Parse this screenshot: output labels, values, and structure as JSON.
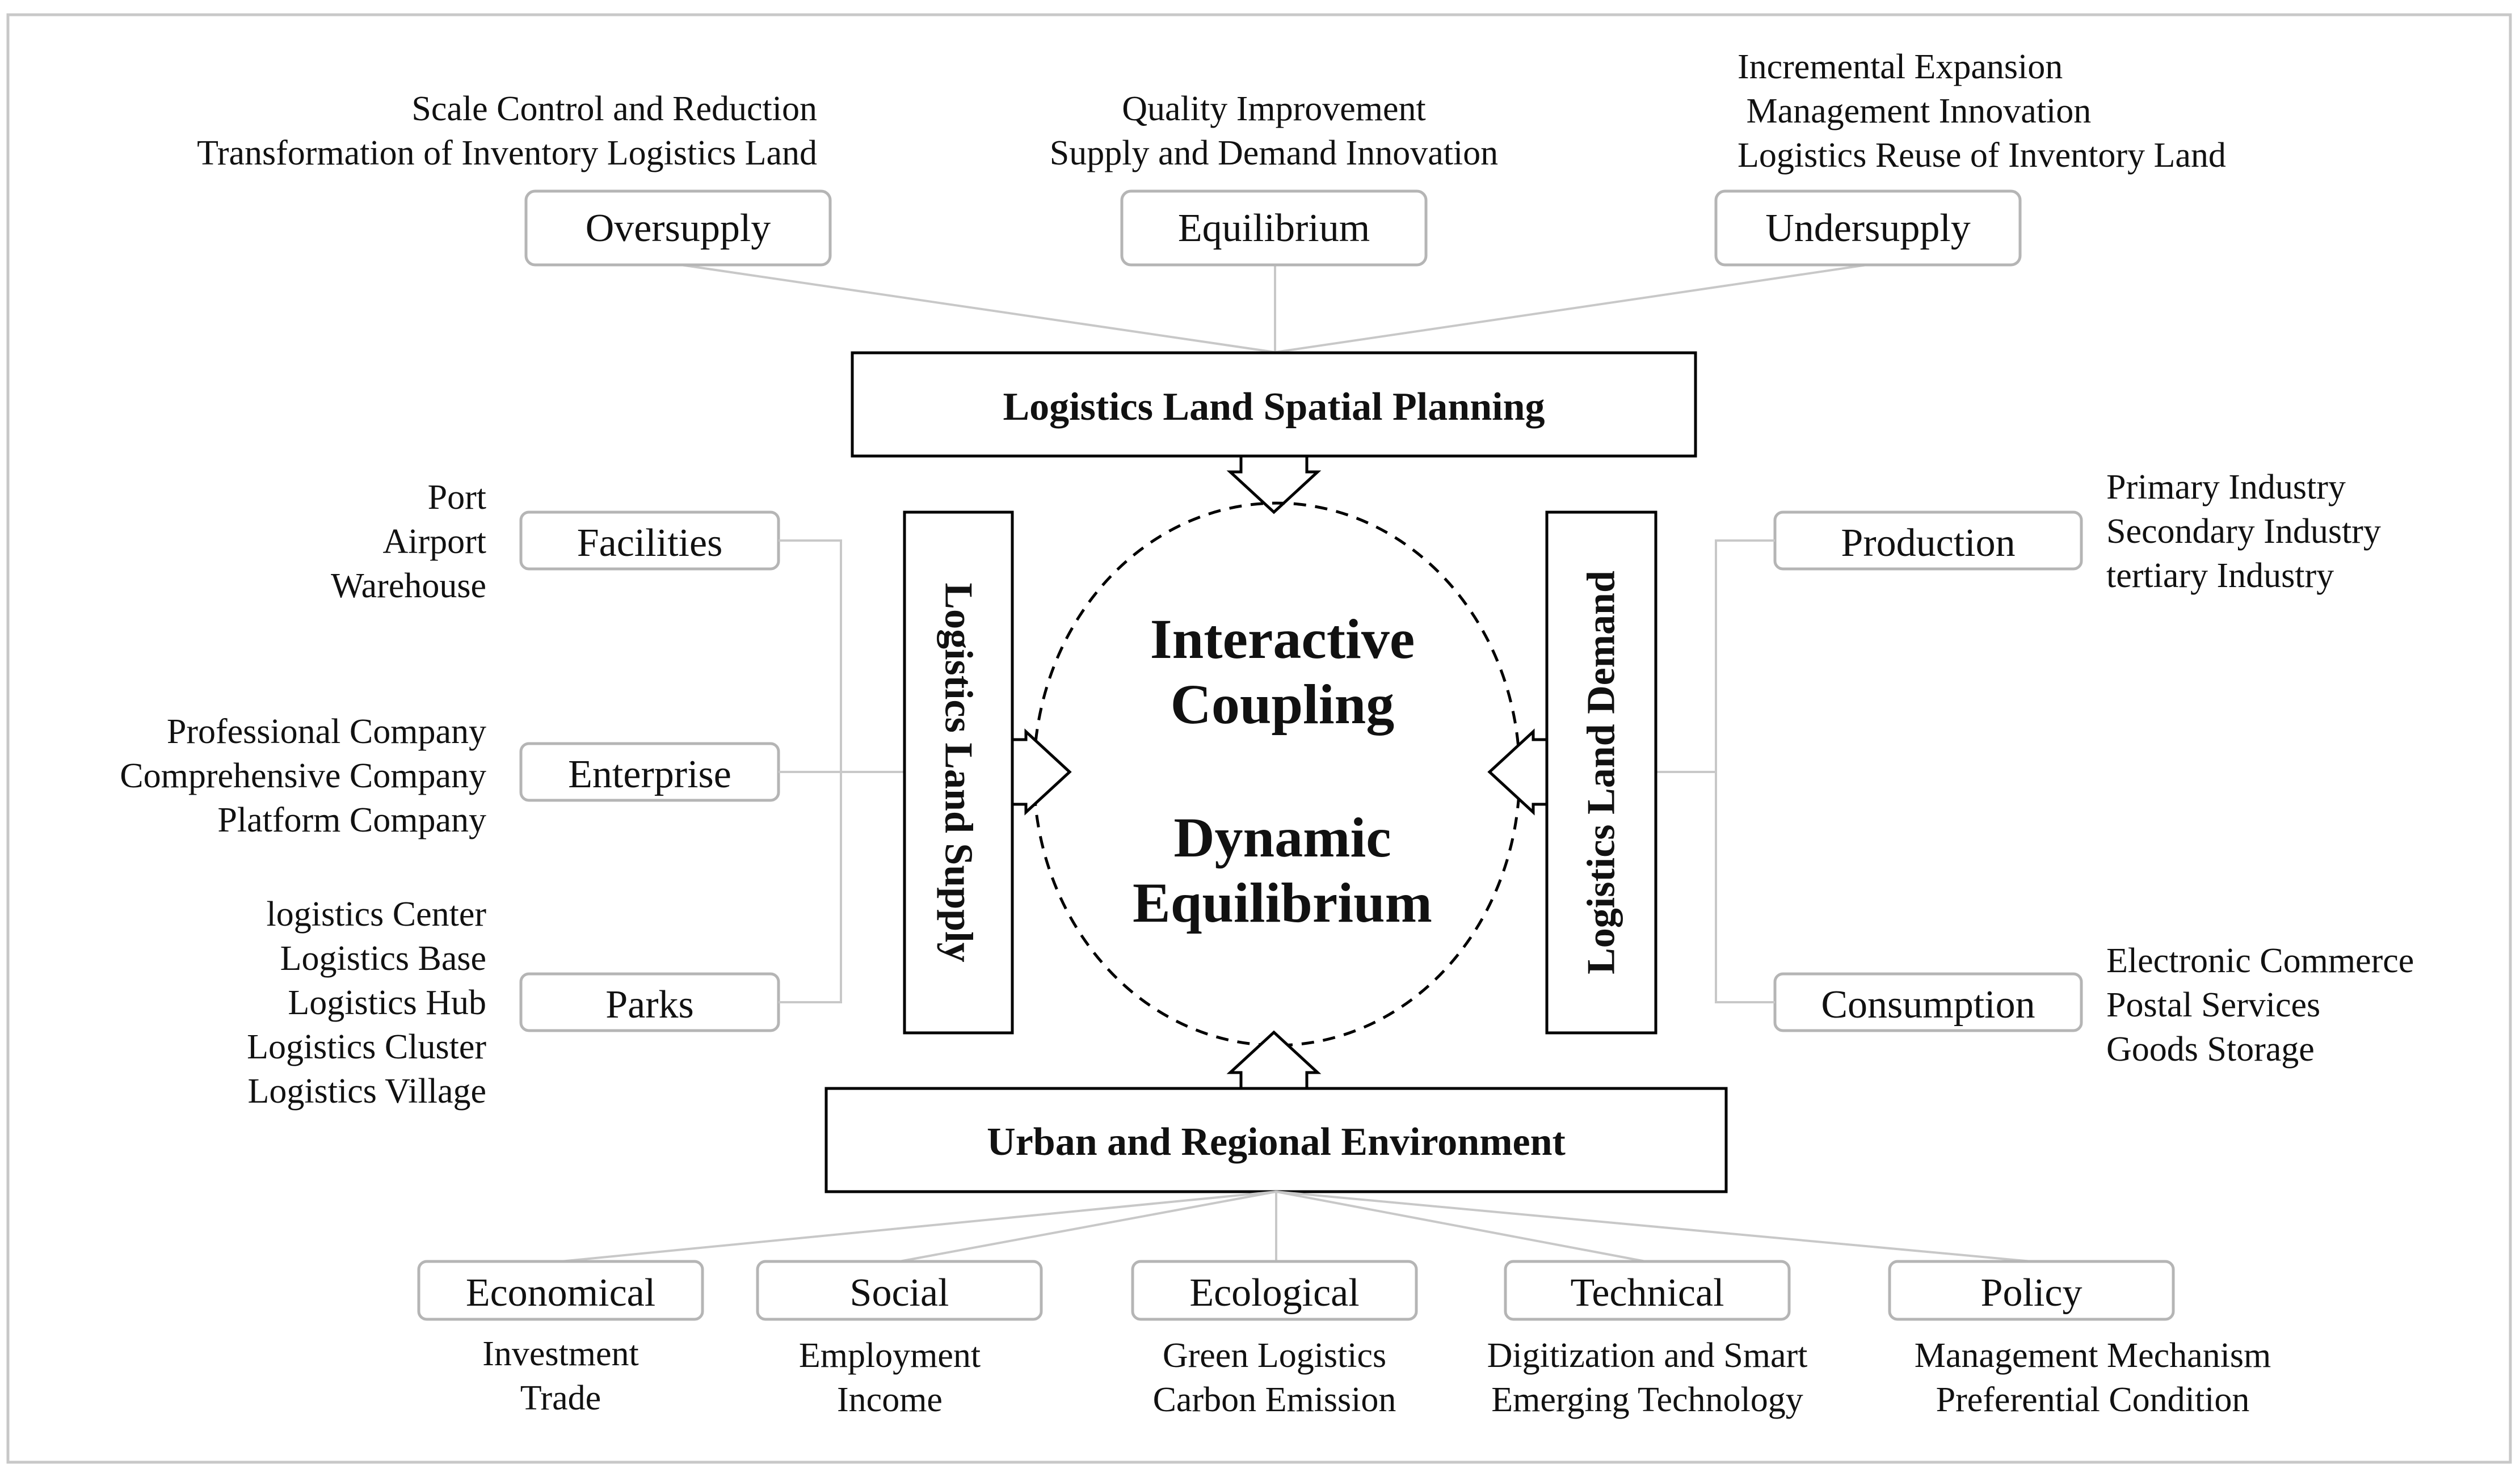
{
  "top": {
    "main_box": "Logistics Land Spatial Planning",
    "branches": [
      {
        "label": "Oversupply",
        "notes": [
          "Scale  Control and Reduction",
          "Transformation of Inventory Logistics Land"
        ]
      },
      {
        "label": "Equilibrium",
        "notes": [
          "Quality Improvement",
          "Supply and Demand Innovation"
        ]
      },
      {
        "label": "Undersupply",
        "notes": [
          "Incremental Expansion",
          " Management Innovation",
          "Logistics Reuse of Inventory Land"
        ]
      }
    ]
  },
  "left": {
    "main_box": "Logistics Land Supply",
    "branches": [
      {
        "label": "Facilities",
        "notes": [
          "Port",
          "Airport",
          "Warehouse"
        ]
      },
      {
        "label": "Enterprise",
        "notes": [
          "Professional Company",
          "Comprehensive Company",
          "Platform Company"
        ]
      },
      {
        "label": "Parks",
        "notes": [
          "logistics Center",
          "Logistics Base",
          "Logistics Hub",
          "Logistics Cluster",
          "Logistics Village"
        ]
      }
    ]
  },
  "right": {
    "main_box": "Logistics Land Demand",
    "branches": [
      {
        "label": "Production",
        "notes": [
          "Primary Industry",
          "Secondary Industry",
          "tertiary Industry"
        ]
      },
      {
        "label": "Consumption",
        "notes": [
          "Electronic Commerce",
          "Postal Services",
          "Goods Storage"
        ]
      }
    ]
  },
  "bottom": {
    "main_box": "Urban and Regional Environment",
    "branches": [
      {
        "label": "Economical",
        "notes": [
          "Investment",
          "Trade"
        ]
      },
      {
        "label": "Social",
        "notes": [
          "Employment",
          "Income"
        ]
      },
      {
        "label": "Ecological",
        "notes": [
          "Green Logistics",
          "Carbon Emission"
        ]
      },
      {
        "label": "Technical",
        "notes": [
          "Digitization and Smart",
          "Emerging Technology"
        ]
      },
      {
        "label": "Policy",
        "notes": [
          "Management Mechanism",
          "Preferential Condition"
        ]
      }
    ]
  },
  "center": {
    "line1": "Interactive",
    "line2": "Coupling",
    "line3": "Dynamic",
    "line4": "Equilibrium"
  }
}
